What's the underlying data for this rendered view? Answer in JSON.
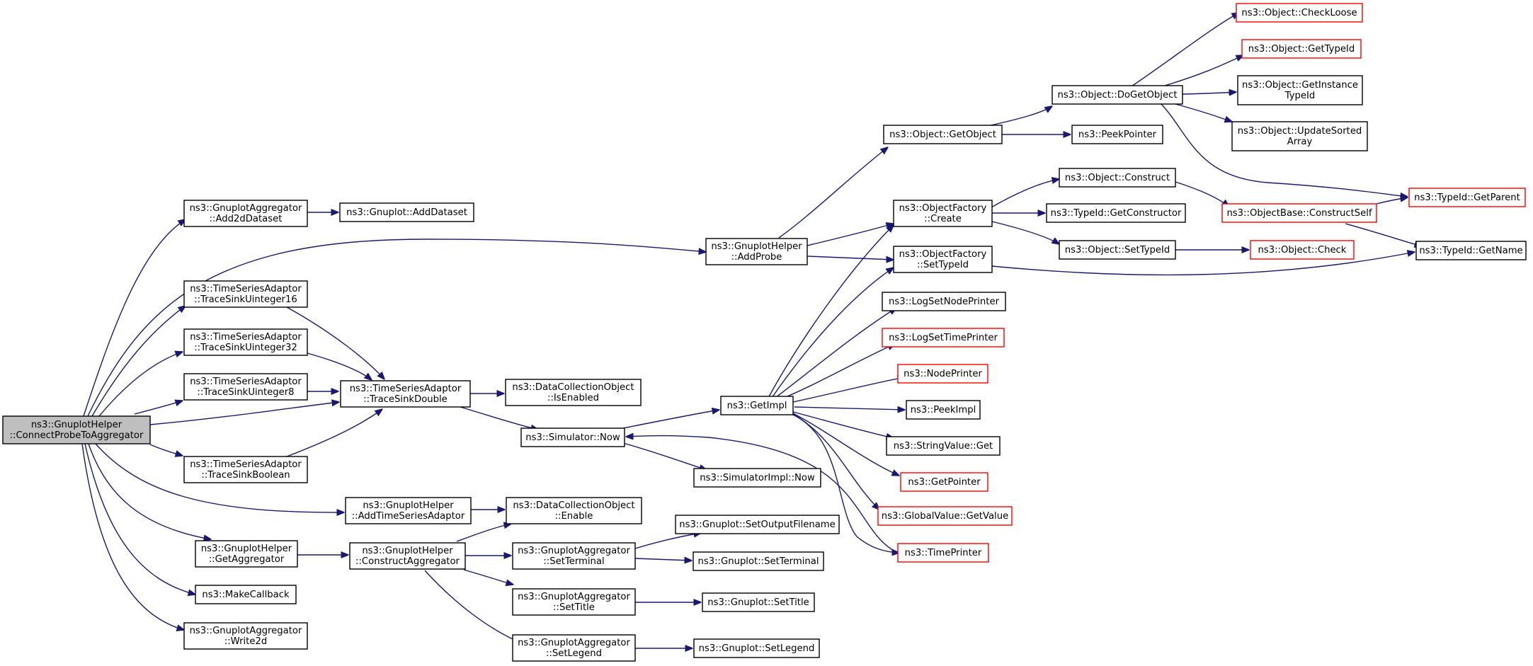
{
  "graph": {
    "nodes": [
      {
        "id": "connect",
        "lines": [
          "ns3::GnuplotHelper",
          "::ConnectProbeToAggregator"
        ],
        "style": "root"
      },
      {
        "id": "add2d",
        "lines": [
          "ns3::GnuplotAggregator",
          "::Add2dDataset"
        ],
        "style": "normal"
      },
      {
        "id": "gp_adddataset",
        "lines": [
          "ns3::Gnuplot::AddDataset"
        ],
        "style": "normal"
      },
      {
        "id": "tsa16",
        "lines": [
          "ns3::TimeSeriesAdaptor",
          "::TraceSinkUinteger16"
        ],
        "style": "normal"
      },
      {
        "id": "tsa32",
        "lines": [
          "ns3::TimeSeriesAdaptor",
          "::TraceSinkUinteger32"
        ],
        "style": "normal"
      },
      {
        "id": "tsa8",
        "lines": [
          "ns3::TimeSeriesAdaptor",
          "::TraceSinkUinteger8"
        ],
        "style": "normal"
      },
      {
        "id": "tsadouble",
        "lines": [
          "ns3::TimeSeriesAdaptor",
          "::TraceSinkDouble"
        ],
        "style": "normal"
      },
      {
        "id": "tsabool",
        "lines": [
          "ns3::TimeSeriesAdaptor",
          "::TraceSinkBoolean"
        ],
        "style": "normal"
      },
      {
        "id": "dco_isenabled",
        "lines": [
          "ns3::DataCollectionObject",
          "::IsEnabled"
        ],
        "style": "normal"
      },
      {
        "id": "sim_now",
        "lines": [
          "ns3::Simulator::Now"
        ],
        "style": "normal"
      },
      {
        "id": "getimpl",
        "lines": [
          "ns3::GetImpl"
        ],
        "style": "normal"
      },
      {
        "id": "simimpl_now",
        "lines": [
          "ns3::SimulatorImpl::Now"
        ],
        "style": "normal"
      },
      {
        "id": "addtsa",
        "lines": [
          "ns3::GnuplotHelper",
          "::AddTimeSeriesAdaptor"
        ],
        "style": "normal"
      },
      {
        "id": "dco_enable",
        "lines": [
          "ns3::DataCollectionObject",
          "::Enable"
        ],
        "style": "normal"
      },
      {
        "id": "getagg",
        "lines": [
          "ns3::GnuplotHelper",
          "::GetAggregator"
        ],
        "style": "normal"
      },
      {
        "id": "constructagg",
        "lines": [
          "ns3::GnuplotHelper",
          "::ConstructAggregator"
        ],
        "style": "normal"
      },
      {
        "id": "makecallback",
        "lines": [
          "ns3::MakeCallback"
        ],
        "style": "normal"
      },
      {
        "id": "write2d",
        "lines": [
          "ns3::GnuplotAggregator",
          "::Write2d"
        ],
        "style": "normal"
      },
      {
        "id": "ga_setterminal",
        "lines": [
          "ns3::GnuplotAggregator",
          "::SetTerminal"
        ],
        "style": "normal"
      },
      {
        "id": "ga_settitle",
        "lines": [
          "ns3::GnuplotAggregator",
          "::SetTitle"
        ],
        "style": "normal"
      },
      {
        "id": "ga_setlegend",
        "lines": [
          "ns3::GnuplotAggregator",
          "::SetLegend"
        ],
        "style": "normal"
      },
      {
        "id": "gp_setoutput",
        "lines": [
          "ns3::Gnuplot::SetOutputFilename"
        ],
        "style": "normal"
      },
      {
        "id": "gp_setterminal",
        "lines": [
          "ns3::Gnuplot::SetTerminal"
        ],
        "style": "normal"
      },
      {
        "id": "gp_settitle",
        "lines": [
          "ns3::Gnuplot::SetTitle"
        ],
        "style": "normal"
      },
      {
        "id": "gp_setlegend",
        "lines": [
          "ns3::Gnuplot::SetLegend"
        ],
        "style": "normal"
      },
      {
        "id": "addprobe",
        "lines": [
          "ns3::GnuplotHelper",
          "::AddProbe"
        ],
        "style": "normal"
      },
      {
        "id": "obj_getobject",
        "lines": [
          "ns3::Object::GetObject"
        ],
        "style": "normal"
      },
      {
        "id": "peekpointer",
        "lines": [
          "ns3::PeekPointer"
        ],
        "style": "normal"
      },
      {
        "id": "obj_dogetobject",
        "lines": [
          "ns3::Object::DoGetObject"
        ],
        "style": "normal"
      },
      {
        "id": "obj_checkloose",
        "lines": [
          "ns3::Object::CheckLoose"
        ],
        "style": "red"
      },
      {
        "id": "obj_gettypeid",
        "lines": [
          "ns3::Object::GetTypeId"
        ],
        "style": "red"
      },
      {
        "id": "obj_getinstancetypeid",
        "lines": [
          "ns3::Object::GetInstance",
          "TypeId"
        ],
        "style": "normal"
      },
      {
        "id": "obj_updatesorted",
        "lines": [
          "ns3::Object::UpdateSorted",
          "Array"
        ],
        "style": "normal"
      },
      {
        "id": "of_create",
        "lines": [
          "ns3::ObjectFactory",
          "::Create"
        ],
        "style": "normal"
      },
      {
        "id": "of_settypeid",
        "lines": [
          "ns3::ObjectFactory",
          "::SetTypeId"
        ],
        "style": "normal"
      },
      {
        "id": "obj_construct",
        "lines": [
          "ns3::Object::Construct"
        ],
        "style": "normal"
      },
      {
        "id": "tid_getconstructor",
        "lines": [
          "ns3::TypeId::GetConstructor"
        ],
        "style": "normal"
      },
      {
        "id": "obj_settypeid",
        "lines": [
          "ns3::Object::SetTypeId"
        ],
        "style": "normal"
      },
      {
        "id": "ob_constructself",
        "lines": [
          "ns3::ObjectBase::ConstructSelf"
        ],
        "style": "red"
      },
      {
        "id": "obj_check",
        "lines": [
          "ns3::Object::Check"
        ],
        "style": "red"
      },
      {
        "id": "tid_getparent",
        "lines": [
          "ns3::TypeId::GetParent"
        ],
        "style": "red"
      },
      {
        "id": "tid_getname",
        "lines": [
          "ns3::TypeId::GetName"
        ],
        "style": "normal"
      },
      {
        "id": "logsetnodeprinter",
        "lines": [
          "ns3::LogSetNodePrinter"
        ],
        "style": "normal"
      },
      {
        "id": "logsettimeprinter",
        "lines": [
          "ns3::LogSetTimePrinter"
        ],
        "style": "red"
      },
      {
        "id": "nodeprinter",
        "lines": [
          "ns3::NodePrinter"
        ],
        "style": "red"
      },
      {
        "id": "peekimpl",
        "lines": [
          "ns3::PeekImpl"
        ],
        "style": "normal"
      },
      {
        "id": "stringvalue_get",
        "lines": [
          "ns3::StringValue::Get"
        ],
        "style": "normal"
      },
      {
        "id": "getpointer",
        "lines": [
          "ns3::GetPointer"
        ],
        "style": "red"
      },
      {
        "id": "gv_getvalue",
        "lines": [
          "ns3::GlobalValue::GetValue"
        ],
        "style": "red"
      },
      {
        "id": "timeprinter",
        "lines": [
          "ns3::TimePrinter"
        ],
        "style": "red"
      }
    ]
  }
}
